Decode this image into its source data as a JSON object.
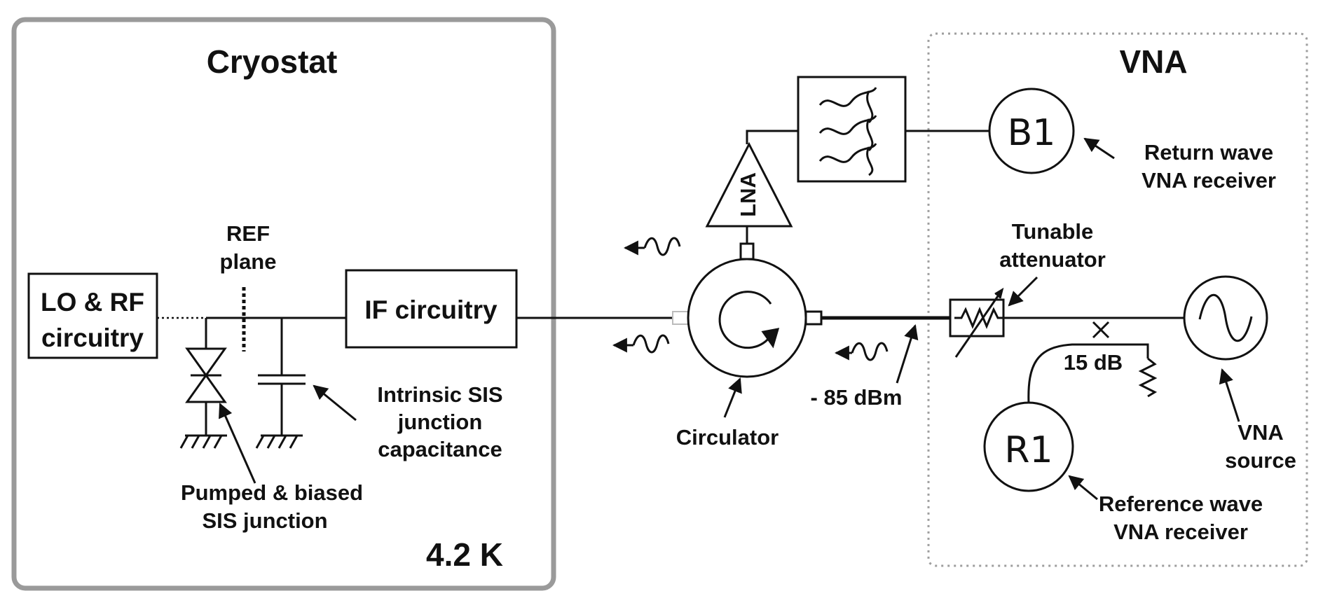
{
  "colors": {
    "line": "#111111",
    "cryostat_border": "#9a9a9a",
    "vna_border": "#9e9e9e",
    "background": "#ffffff"
  },
  "cryostat": {
    "title": "Cryostat",
    "temperature": "4.2 K"
  },
  "vna": {
    "title": "VNA"
  },
  "blocks": {
    "lo_rf_line1": "LO & RF",
    "lo_rf_line2": "circuitry",
    "if_circuitry": "IF circuitry",
    "lna": "LNA",
    "b1": "B1",
    "r1": "R1"
  },
  "labels": {
    "ref_plane_line1": "REF",
    "ref_plane_line2": "plane",
    "intrinsic_line1": "Intrinsic SIS",
    "intrinsic_line2": "junction",
    "intrinsic_line3": "capacitance",
    "pumped_line1": "Pumped & biased",
    "pumped_line2": "SIS junction",
    "circulator": "Circulator",
    "power_level": "- 85 dBm",
    "tunable_line1": "Tunable",
    "tunable_line2": "attenuator",
    "coupler_db": "15 dB",
    "return_line1": "Return wave",
    "return_line2": "VNA receiver",
    "vna_source_line1": "VNA",
    "vna_source_line2": "source",
    "reference_line1": "Reference wave",
    "reference_line2": "VNA receiver"
  },
  "icons": {
    "filter": "bandpass-filter-icon",
    "source": "ac-source-icon",
    "circulator": "circulator-icon",
    "attenuator": "variable-attenuator-icon",
    "junction": "sis-junction-icon",
    "capacitor": "capacitor-icon",
    "wave": "wave-arrow-icon"
  }
}
